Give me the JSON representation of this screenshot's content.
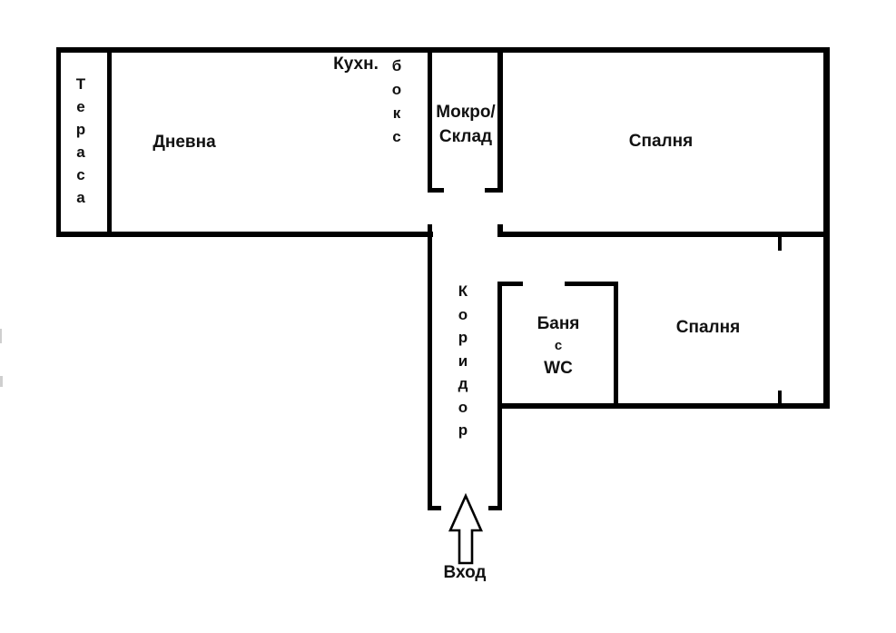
{
  "colors": {
    "wall": "#000000",
    "text": "#111111",
    "background": "#ffffff"
  },
  "rooms": {
    "terrace": {
      "label": "Тераса"
    },
    "living_room": {
      "label": "Дневна"
    },
    "kitchenette": {
      "label": "Кухн.",
      "label_vertical": "бокс"
    },
    "wet_storage": {
      "line1": "Мокро/",
      "line2": "Склад"
    },
    "bedroom_top": {
      "label": "Спалня"
    },
    "corridor": {
      "label": "Коридор"
    },
    "bathroom": {
      "line1": "Баня",
      "line2": "с",
      "line3": "WC"
    },
    "bedroom_bottom": {
      "label": "Спалня"
    }
  },
  "entrance": {
    "label": "Вход",
    "icon": "up-arrow-icon"
  }
}
